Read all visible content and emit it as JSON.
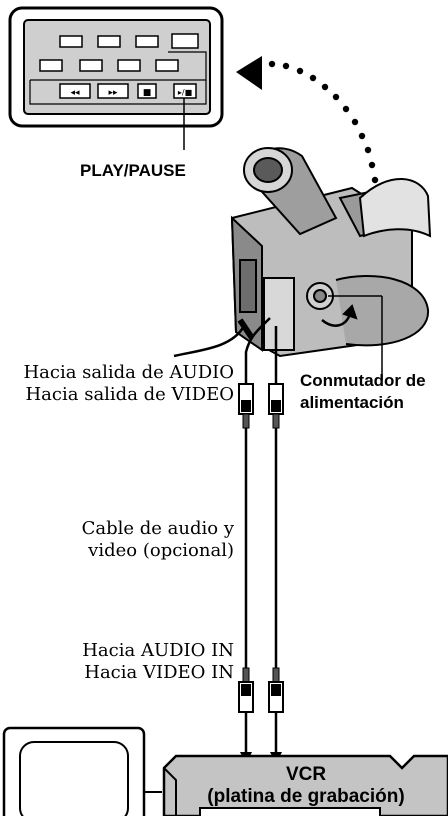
{
  "labels": {
    "play_pause": "PLAY/PAUSE",
    "audio_out": "Hacia salida de AUDIO",
    "video_out": "Hacia salida de VIDEO",
    "switch_line1": "Conmutador de",
    "switch_line2": "alimentación",
    "cable_line1": "Cable de audio y",
    "cable_line2": "video (opcional)",
    "audio_in": "Hacia AUDIO IN",
    "video_in": "Hacia VIDEO IN",
    "vcr_title": "VCR",
    "vcr_sub": "(platina de grabación)"
  },
  "remote_buttons": {
    "rewind": "◂◂",
    "fast_forward": "▸▸",
    "stop": "■",
    "play_pause": "▸/■"
  }
}
